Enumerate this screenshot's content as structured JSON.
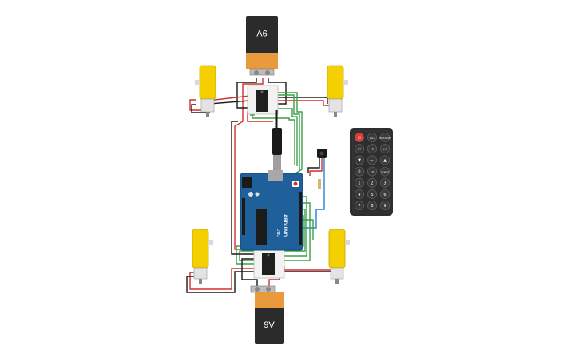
{
  "battery_top": {
    "label": "9V"
  },
  "battery_bottom": {
    "label": "9V"
  },
  "arduino": {
    "brand_text": "ARDUINO",
    "model_text": "UNO"
  },
  "remote": {
    "buttons": [
      {
        "name": "remote-power-button",
        "label": "⏻",
        "color": "#e53935"
      },
      {
        "name": "remote-vol-up-button",
        "label": "VOL+",
        "color": "#3a3a3a"
      },
      {
        "name": "remote-func-stop-button",
        "label": "FUNC/STOP",
        "color": "#3a3a3a"
      },
      {
        "name": "remote-prev-button",
        "label": "⏮",
        "color": "#3a3a3a"
      },
      {
        "name": "remote-play-pause-button",
        "label": "⏯",
        "color": "#3a3a3a"
      },
      {
        "name": "remote-next-button",
        "label": "⏭",
        "color": "#3a3a3a"
      },
      {
        "name": "remote-down-button",
        "label": "▼",
        "color": "#3a3a3a"
      },
      {
        "name": "remote-vol-down-button",
        "label": "VOL-",
        "color": "#3a3a3a"
      },
      {
        "name": "remote-up-button",
        "label": "▲",
        "color": "#3a3a3a"
      },
      {
        "name": "remote-0-button",
        "label": "0",
        "color": "#3a3a3a"
      },
      {
        "name": "remote-eq-button",
        "label": "EQ",
        "color": "#3a3a3a"
      },
      {
        "name": "remote-st-rept-button",
        "label": "ST/REPT",
        "color": "#3a3a3a"
      },
      {
        "name": "remote-1-button",
        "label": "1",
        "color": "#3a3a3a"
      },
      {
        "name": "remote-2-button",
        "label": "2",
        "color": "#3a3a3a"
      },
      {
        "name": "remote-3-button",
        "label": "3",
        "color": "#3a3a3a"
      },
      {
        "name": "remote-4-button",
        "label": "4",
        "color": "#3a3a3a"
      },
      {
        "name": "remote-5-button",
        "label": "5",
        "color": "#3a3a3a"
      },
      {
        "name": "remote-6-button",
        "label": "6",
        "color": "#3a3a3a"
      },
      {
        "name": "remote-7-button",
        "label": "7",
        "color": "#3a3a3a"
      },
      {
        "name": "remote-8-button",
        "label": "8",
        "color": "#3a3a3a"
      },
      {
        "name": "remote-9-button",
        "label": "9",
        "color": "#3a3a3a"
      }
    ]
  },
  "colors": {
    "battery_body": "#2b2b2b",
    "battery_cap": "#e89a3c",
    "motor_yellow": "#f4d000",
    "arduino_blue": "#1f5f9a",
    "wire_red": "#d32f2f",
    "wire_black": "#1a1a1a",
    "wire_green": "#3aa04a",
    "wire_blue": "#2a7fd4",
    "remote_body": "#2e2e2e"
  }
}
